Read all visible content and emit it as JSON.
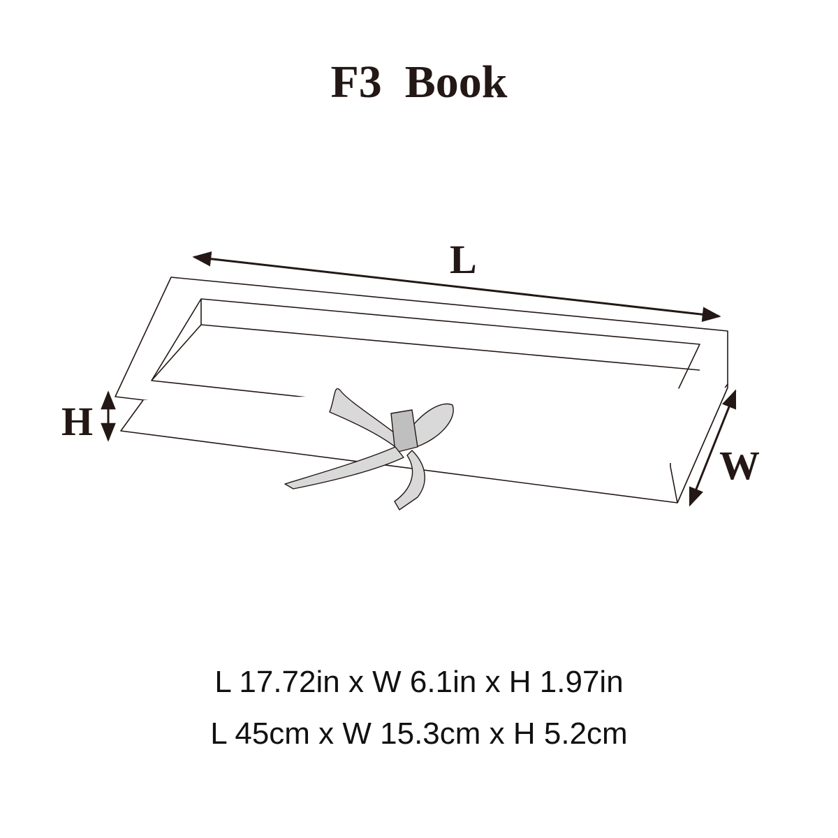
{
  "title": "F3  Book",
  "labels": {
    "length": "L",
    "width": "W",
    "height": "H"
  },
  "specs": {
    "imperial": "L 17.72in x W 6.1in x H 1.97in",
    "metric": "L 45cm x W 15.3cm x H 5.2cm"
  },
  "colors": {
    "ink": "#231815",
    "arrow": "#231815",
    "ribbon": "#d9d9d9",
    "ribbon_dark": "#bfbfbf"
  }
}
